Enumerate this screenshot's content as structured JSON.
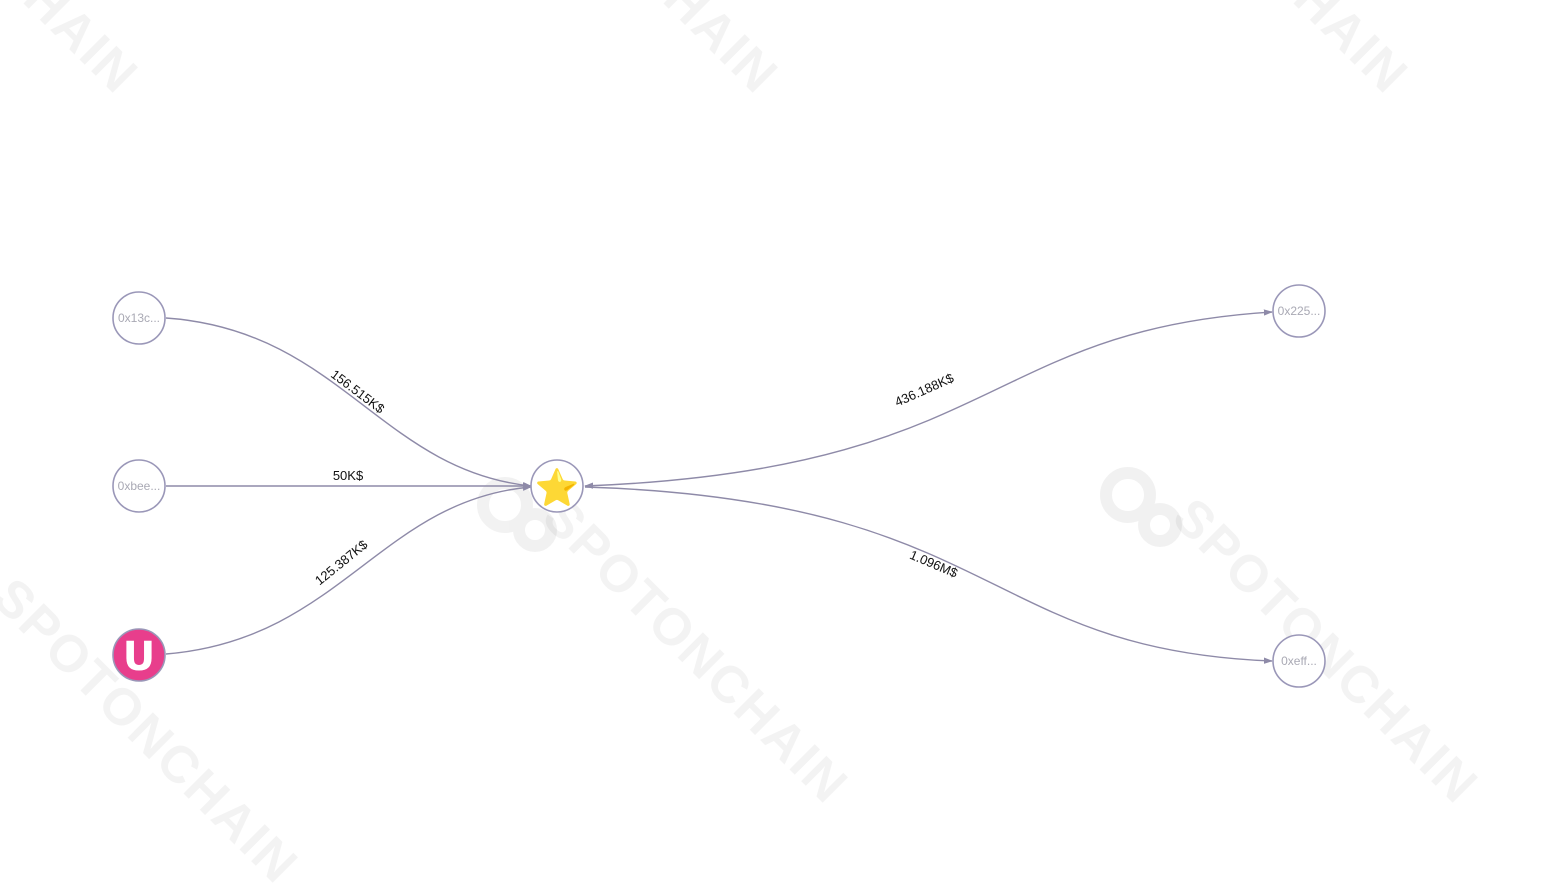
{
  "watermark": {
    "text": "SPOTONCHAIN"
  },
  "nodes": {
    "center": {
      "icon": "star-icon",
      "glyph": "⭐"
    },
    "n13c": {
      "label": "0x13c..."
    },
    "nbee": {
      "label": "0xbee..."
    },
    "nu": {
      "icon": "u-logo-icon",
      "letter": "U",
      "color": "#e83e8c"
    },
    "n225": {
      "label": "0x225..."
    },
    "neff": {
      "label": "0xeff..."
    }
  },
  "edges": {
    "e13c": {
      "from": "0x13c...",
      "to": "center",
      "label": "156.515K$"
    },
    "ebee": {
      "from": "0xbee...",
      "to": "center",
      "label": "50K$"
    },
    "eu": {
      "from": "U",
      "to": "center",
      "label": "125.387K$"
    },
    "e225": {
      "from": "center",
      "to": "0x225...",
      "label": "436.188K$"
    },
    "eeff": {
      "from": "center",
      "to": "0xeff...",
      "label": "1.096M$"
    }
  },
  "colors": {
    "edge": "#8e8aa8",
    "node_border": "#9a97b8",
    "node_text": "#a9a9b4",
    "u_logo": "#e83e8c"
  }
}
